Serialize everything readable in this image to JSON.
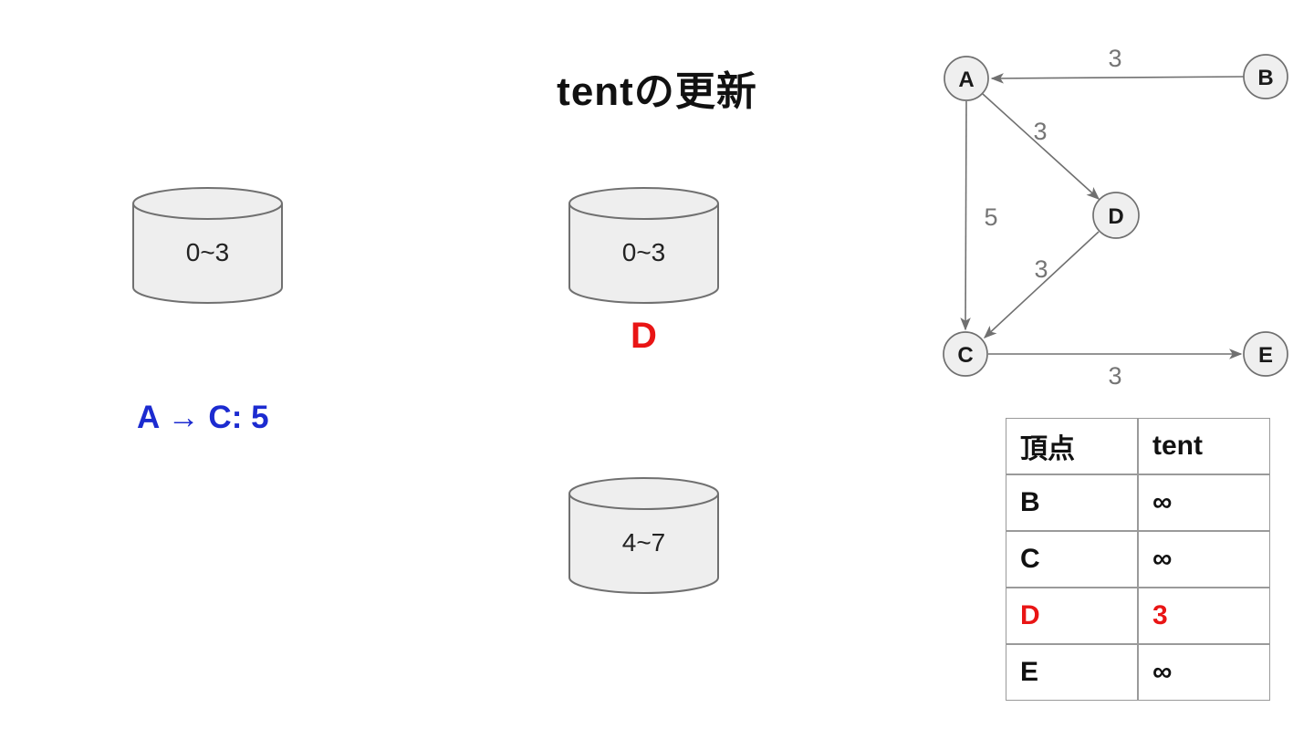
{
  "title": "tentの更新",
  "colors": {
    "red": "#e91515",
    "blue": "#1c2bd0",
    "fill": "#eeeeee",
    "stroke": "#707070",
    "gray": "#757575",
    "border": "#9a9a9a",
    "text": "#111111"
  },
  "cylinders": {
    "left": {
      "label": "0~3"
    },
    "middle": {
      "label": "0~3",
      "caption": "D"
    },
    "bottom": {
      "label": "4~7"
    }
  },
  "annotation": "A → C: 5",
  "graph": {
    "nodes": {
      "A": "A",
      "B": "B",
      "C": "C",
      "D": "D",
      "E": "E"
    },
    "edges": [
      {
        "from": "B",
        "to": "A",
        "weight": "3"
      },
      {
        "from": "A",
        "to": "D",
        "weight": "3"
      },
      {
        "from": "A",
        "to": "C",
        "weight": "5"
      },
      {
        "from": "D",
        "to": "C",
        "weight": "3"
      },
      {
        "from": "C",
        "to": "E",
        "weight": "3"
      }
    ]
  },
  "table": {
    "headers": {
      "vertex": "頂点",
      "tent": "tent"
    },
    "rows": [
      {
        "vertex": "B",
        "tent": "∞"
      },
      {
        "vertex": "C",
        "tent": "∞"
      },
      {
        "vertex": "D",
        "tent": "3"
      },
      {
        "vertex": "E",
        "tent": "∞"
      }
    ]
  }
}
